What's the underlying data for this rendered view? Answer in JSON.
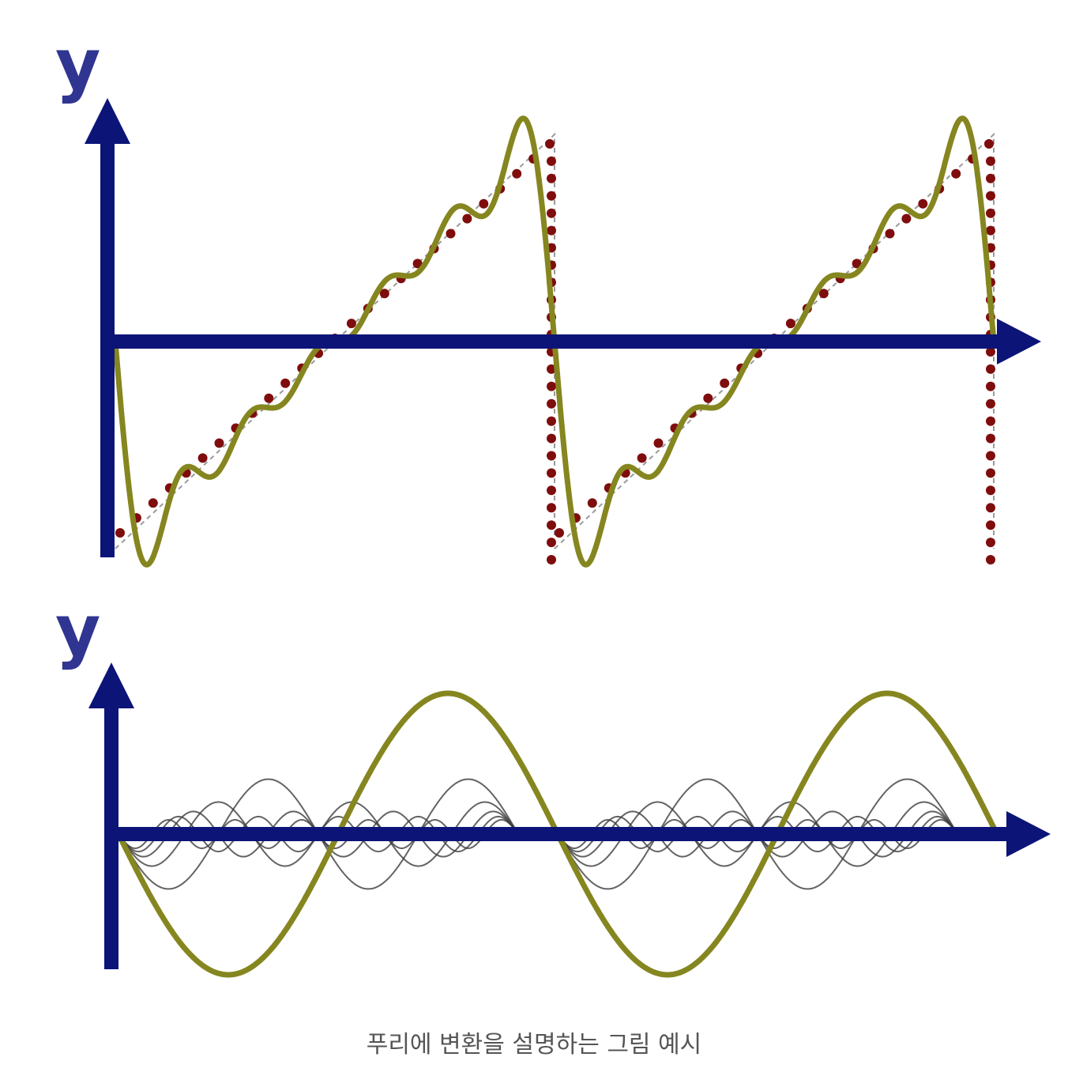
{
  "caption": "푸리에 변환을 설명하는 그림 예시",
  "colors": {
    "axis": "#0c1478",
    "axis_label": "#2f3590",
    "approximation": "#85861f",
    "target_dots": "#7f0d0d",
    "target_line": "#9a9a9a",
    "components": "#3c3c3c"
  },
  "top_panel": {
    "axis_label": "y",
    "content": "sawtooth wave: dotted target and Fourier partial-sum approximation",
    "periods": 2,
    "harmonics_in_sum": 6
  },
  "bottom_panel": {
    "axis_label": "y",
    "content": "individual sine components of the Fourier series",
    "periods": 2,
    "harmonics": [
      1,
      2,
      3,
      4,
      5,
      6
    ]
  }
}
